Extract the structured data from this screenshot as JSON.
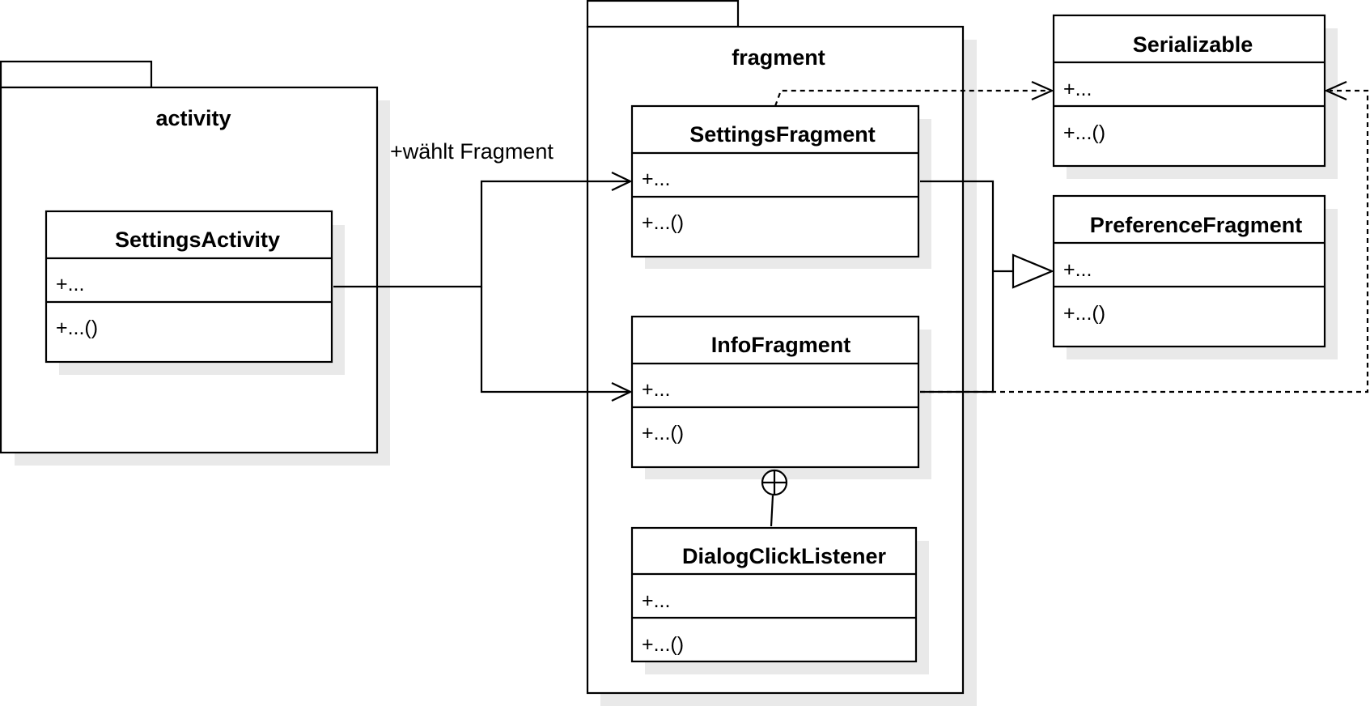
{
  "packages": {
    "activity": {
      "title": "activity"
    },
    "fragment": {
      "title": "fragment"
    }
  },
  "classes": {
    "settings_activity": {
      "name": "SettingsActivity",
      "attributes": "+...",
      "operations": "+...()"
    },
    "settings_fragment": {
      "name": "SettingsFragment",
      "attributes": "+...",
      "operations": "+...()"
    },
    "info_fragment": {
      "name": "InfoFragment",
      "attributes": "+...",
      "operations": "+...()"
    },
    "dialog_click_listener": {
      "name": "DialogClickListener",
      "attributes": "+...",
      "operations": "+...()"
    },
    "serializable": {
      "name": "Serializable",
      "attributes": "+...",
      "operations": "+...()"
    },
    "preference_fragment": {
      "name": "PreferenceFragment",
      "attributes": "+...",
      "operations": "+...()"
    }
  },
  "edges": {
    "selects_fragment": {
      "label": "+wählt Fragment"
    }
  }
}
